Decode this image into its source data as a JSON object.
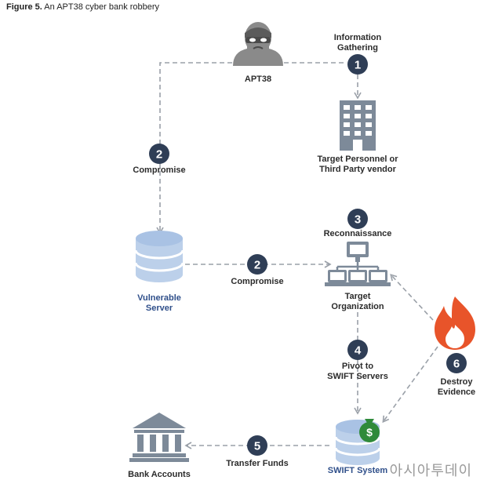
{
  "figure": {
    "label": "Figure 5.",
    "caption": "An APT38 cyber bank robbery"
  },
  "nodes": {
    "apt38": "APT38",
    "info_gathering": [
      "Information",
      "Gathering"
    ],
    "target_personnel": [
      "Target Personnel or",
      "Third Party vendor"
    ],
    "compromise_left": "Compromise",
    "vulnerable_server": [
      "Vulnerable",
      "Server"
    ],
    "compromise_mid": "Compromise",
    "reconnaissance": "Reconnaissance",
    "target_org": [
      "Target",
      "Organization"
    ],
    "pivot": [
      "Pivot to",
      "SWIFT Servers"
    ],
    "destroy": [
      "Destroy",
      "Evidence"
    ],
    "swift": "SWIFT System",
    "transfer": "Transfer Funds",
    "bank": "Bank Accounts"
  },
  "steps": {
    "s1": "1",
    "s2a": "2",
    "s2b": "2",
    "s3": "3",
    "s4": "4",
    "s5": "5",
    "s6": "6"
  },
  "icons": {
    "attacker": "hacker-icon",
    "building": "office-building-icon",
    "server": "database-server-icon",
    "network": "network-organization-icon",
    "fire": "fire-icon",
    "money": "money-bag-icon",
    "bank": "bank-icon"
  },
  "colors": {
    "step_circle": "#2f3e56",
    "icon_gray": "#8a8a8a",
    "server_blue": "#bcd0ea",
    "fire": "#e8542a",
    "money_green": "#2f8a3a",
    "arrow": "#9aa0a8",
    "blue_label": "#2f4f8a"
  },
  "watermark": "아시아투데이"
}
